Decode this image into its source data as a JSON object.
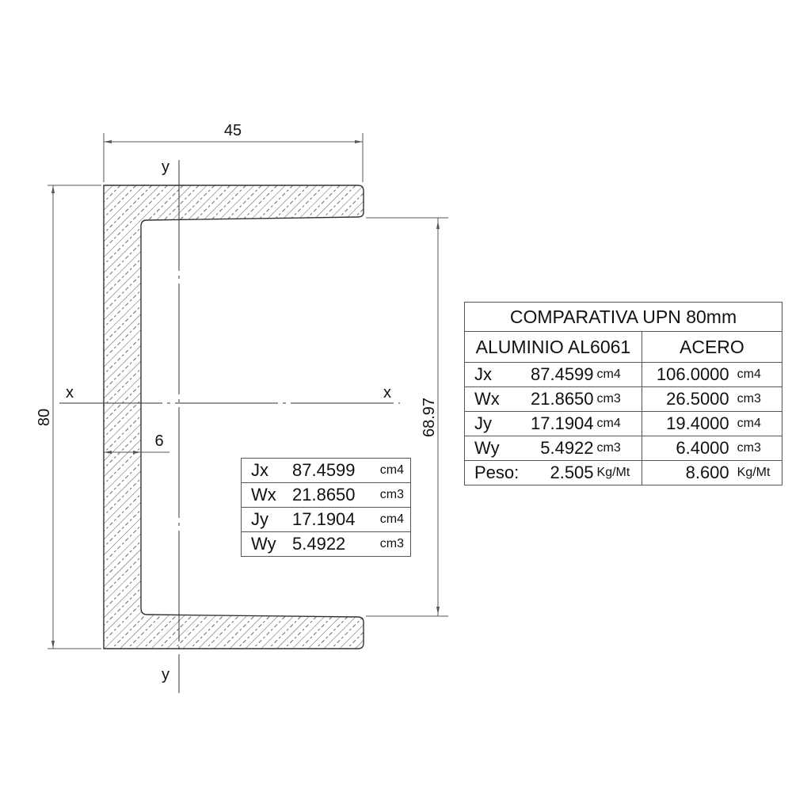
{
  "drawing": {
    "dimensions": {
      "width": "45",
      "height": "80",
      "web_thickness": "6",
      "inner_height": "68.97"
    },
    "axes": {
      "y_top": "y",
      "y_bottom": "y",
      "x_left": "x",
      "x_right": "x"
    }
  },
  "properties_table": {
    "rows": [
      {
        "symbol": "Jx",
        "value": "87.4599",
        "unit": "cm4"
      },
      {
        "symbol": "Wx",
        "value": "21.8650",
        "unit": "cm3"
      },
      {
        "symbol": "Jy",
        "value": "17.1904",
        "unit": "cm4"
      },
      {
        "symbol": "Wy",
        "value": "5.4922",
        "unit": "cm3"
      }
    ]
  },
  "comparison_table": {
    "title": "COMPARATIVA UPN 80mm",
    "columns": [
      "ALUMINIO AL6061",
      "ACERO"
    ],
    "rows": [
      {
        "symbol": "Jx",
        "aluminum_value": "87.4599",
        "aluminum_unit": "cm4",
        "steel_value": "106.0000",
        "steel_unit": "cm4"
      },
      {
        "symbol": "Wx",
        "aluminum_value": "21.8650",
        "aluminum_unit": "cm3",
        "steel_value": "26.5000",
        "steel_unit": "cm3"
      },
      {
        "symbol": "Jy",
        "aluminum_value": "17.1904",
        "aluminum_unit": "cm4",
        "steel_value": "19.4000",
        "steel_unit": "cm4"
      },
      {
        "symbol": "Wy",
        "aluminum_value": "5.4922",
        "aluminum_unit": "cm3",
        "steel_value": "6.4000",
        "steel_unit": "cm3"
      },
      {
        "symbol": "Peso:",
        "aluminum_value": "2.505",
        "aluminum_unit": "Kg/Mt",
        "steel_value": "8.600",
        "steel_unit": "Kg/Mt"
      }
    ]
  }
}
